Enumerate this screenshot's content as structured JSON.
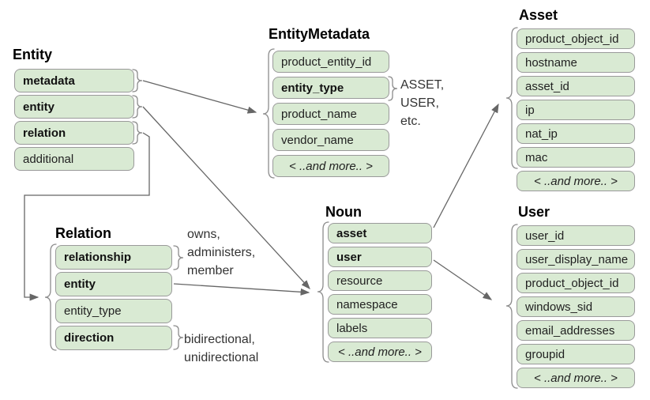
{
  "boxes": {
    "entity": {
      "title": "Entity",
      "rows": [
        "metadata",
        "entity",
        "relation",
        "additional"
      ]
    },
    "entity_metadata": {
      "title": "EntityMetadata",
      "rows": [
        "product_entity_id",
        "entity_type",
        "product_name",
        "vendor_name",
        "< ..and more.. >"
      ]
    },
    "asset": {
      "title": "Asset",
      "rows": [
        "product_object_id",
        "hostname",
        "asset_id",
        "ip",
        "nat_ip",
        "mac",
        "< ..and more.. >"
      ]
    },
    "user": {
      "title": "User",
      "rows": [
        "user_id",
        "user_display_name",
        "product_object_id",
        "windows_sid",
        "email_addresses",
        "groupid",
        "< ..and more.. >"
      ]
    },
    "noun": {
      "title": "Noun",
      "rows": [
        "asset",
        "user",
        "resource",
        "namespace",
        "labels",
        "< ..and more.. >"
      ]
    },
    "relation": {
      "title": "Relation",
      "rows": [
        "relationship",
        "entity",
        "entity_type",
        "direction"
      ]
    }
  },
  "annotations": {
    "entity_type_examples": [
      "ASSET,",
      "USER,",
      "etc."
    ],
    "relationship_examples": [
      "owns,",
      "administers,",
      "member"
    ],
    "direction_examples": [
      "bidirectional,",
      "unidirectional"
    ]
  },
  "colors": {
    "row_fill": "#d9ead3",
    "row_border": "#9a9a9a",
    "arrow": "#666666",
    "brace": "#8c8c8c",
    "text": "#212121"
  }
}
